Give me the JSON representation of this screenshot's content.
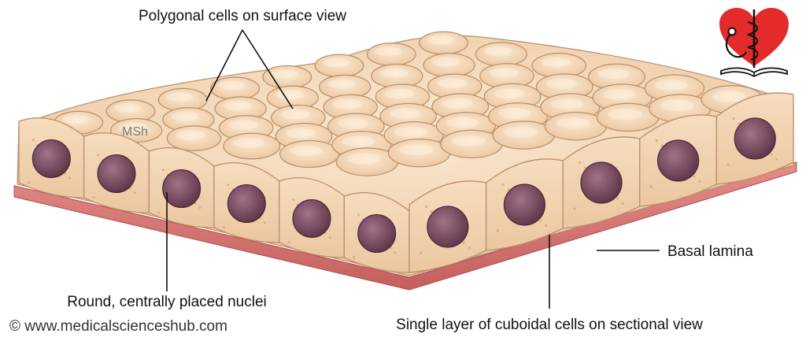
{
  "labels": {
    "surface": "Polygonal cells on surface view",
    "nuclei": "Round, centrally placed nuclei",
    "basal": "Basal lamina",
    "sectional": "Single layer of cuboidal cells on sectional view",
    "initials": "MSh"
  },
  "footer": {
    "copyright": "© www.medicalscienceshub.com"
  },
  "logo": {
    "icon": "heart-caduceus-book-icon"
  },
  "colors": {
    "cell_fill": "#f3d3b0",
    "cell_top": "#f8e2c5",
    "cell_side": "#e9bf95",
    "outline": "#b98f6b",
    "nucleus": "#7a4d63",
    "basal_lamina": "#d97a78",
    "logo_heart": "#e32b2b"
  }
}
